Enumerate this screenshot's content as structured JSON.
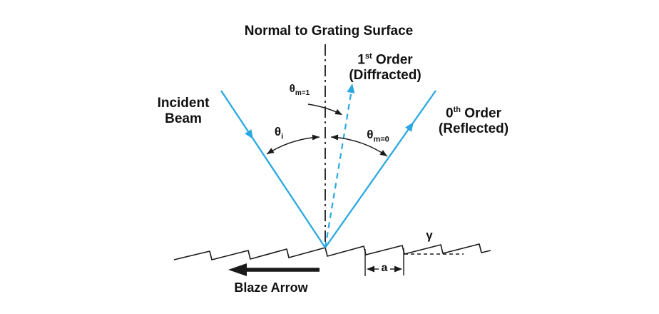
{
  "colors": {
    "beam": "#29A8E1",
    "ink": "#1a1a1a"
  },
  "labels": {
    "normal": "Normal to Grating Surface",
    "first_order": {
      "num": "1",
      "sup": "st",
      "rest": " Order",
      "line2": "(Diffracted)"
    },
    "incident": {
      "line1": "Incident",
      "line2": "Beam"
    },
    "zeroth_order": {
      "num": "0",
      "sup": "th",
      "rest": " Order",
      "line2": "(Reflected)"
    },
    "theta_i": {
      "base": "θ",
      "sub": "i"
    },
    "theta_m0": {
      "base": "θ",
      "sub": "m=0"
    },
    "theta_m1": {
      "base": "θ",
      "sub": "m=1"
    },
    "gamma": "γ",
    "groove_spacing": "a",
    "blaze_arrow": "Blaze Arrow"
  }
}
